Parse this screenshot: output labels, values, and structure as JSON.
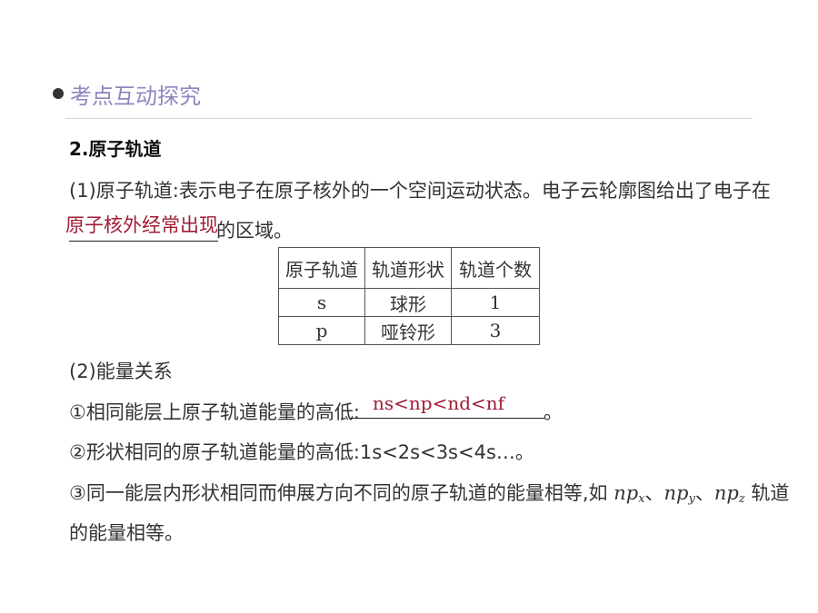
{
  "header": {
    "title": "考点互动探究"
  },
  "section": {
    "title": "2.原子轨道"
  },
  "p1": {
    "line1": "(1)原子轨道:表示电子在原子核外的一个空间运动状态。电子云轮廓图给出了电子在",
    "answer": "原子核外经常出现",
    "suffix": "的区域。"
  },
  "table": {
    "headers": [
      "原子轨道",
      "轨道形状",
      "轨道个数"
    ],
    "rows": [
      {
        "orbital": "s",
        "shape": "球形",
        "count": "1"
      },
      {
        "orbital": "p",
        "shape": "哑铃形",
        "count": "3"
      }
    ]
  },
  "p2": {
    "title": "(2)能量关系"
  },
  "item1": {
    "prefix": "①相同能层上原子轨道能量的高低:",
    "answer": "ns<np<nd<nf",
    "suffix": "。"
  },
  "item2": {
    "text": "②形状相同的原子轨道能量的高低:1s<2s<3s<4s…。"
  },
  "item3": {
    "prefix": "③同一能层内形状相同而伸展方向不同的原子轨道的能量相等,如 ",
    "n": "n",
    "p": "p",
    "sub_x": "x",
    "sub_y": "y",
    "sub_z": "z",
    "sep": "、",
    "suffix": " 轨道",
    "line2": "的能量相等。"
  },
  "colors": {
    "accent": "#8b86bf",
    "answer": "#a01c34"
  }
}
